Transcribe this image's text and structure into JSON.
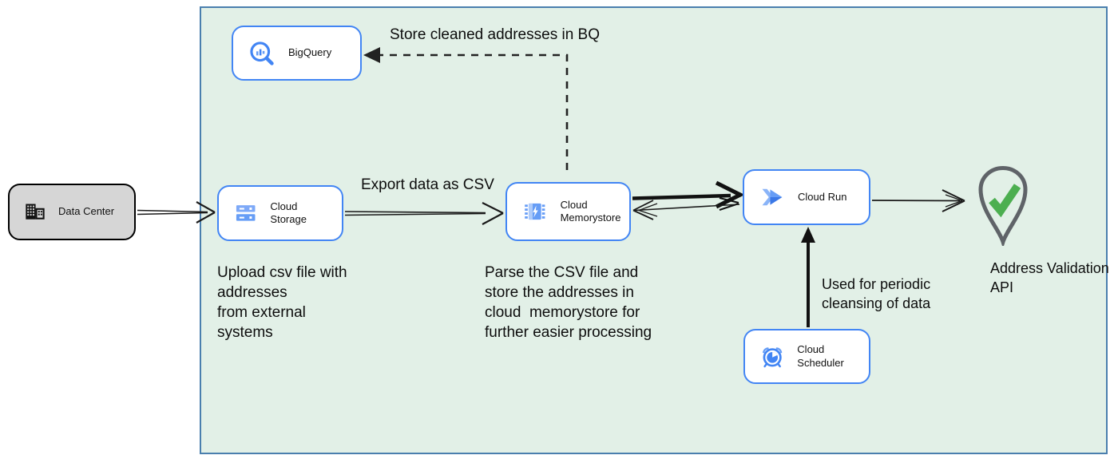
{
  "nodes": {
    "data_center": {
      "label": "Data Center"
    },
    "big_query": {
      "label": "BigQuery"
    },
    "cloud_storage": {
      "label": "Cloud Storage"
    },
    "cloud_memorystore": {
      "label": "Cloud Memorystore"
    },
    "cloud_run": {
      "label": "Cloud Run"
    },
    "cloud_scheduler": {
      "label": "Cloud Scheduler"
    }
  },
  "annotations": {
    "store_bq": "Store cleaned addresses in BQ",
    "export_csv": "Export data as CSV",
    "upload": "Upload csv file with\naddresses\nfrom external\nsystems",
    "parse": "Parse the CSV file and\nstore the addresses in\ncloud  memorystore for\nfurther easier processing",
    "periodic": "Used for periodic\ncleansing of data",
    "address_api": "Address Validation\nAPI"
  },
  "icons": {
    "data_center": "building-icon",
    "big_query": "bigquery-magnifier-chart-icon",
    "cloud_storage": "storage-bars-icon",
    "cloud_memorystore": "memorystore-chip-bolt-icon",
    "cloud_run": "cloud-run-chevrons-icon",
    "cloud_scheduler": "scheduler-alarm-clock-icon",
    "address_validation": "map-pin-check-icon"
  },
  "colors": {
    "accent_blue": "#4285f4",
    "icon_blue_light": "#8ab4f8",
    "icon_blue_pale": "#aecbfa",
    "container_fill": "#e2f0e7",
    "container_border": "#4a7fae",
    "datacenter_fill": "#d6d6d6",
    "check_green": "#4caf50",
    "pin_gray": "#5f6368",
    "arrow_black": "#1a1a1a"
  }
}
